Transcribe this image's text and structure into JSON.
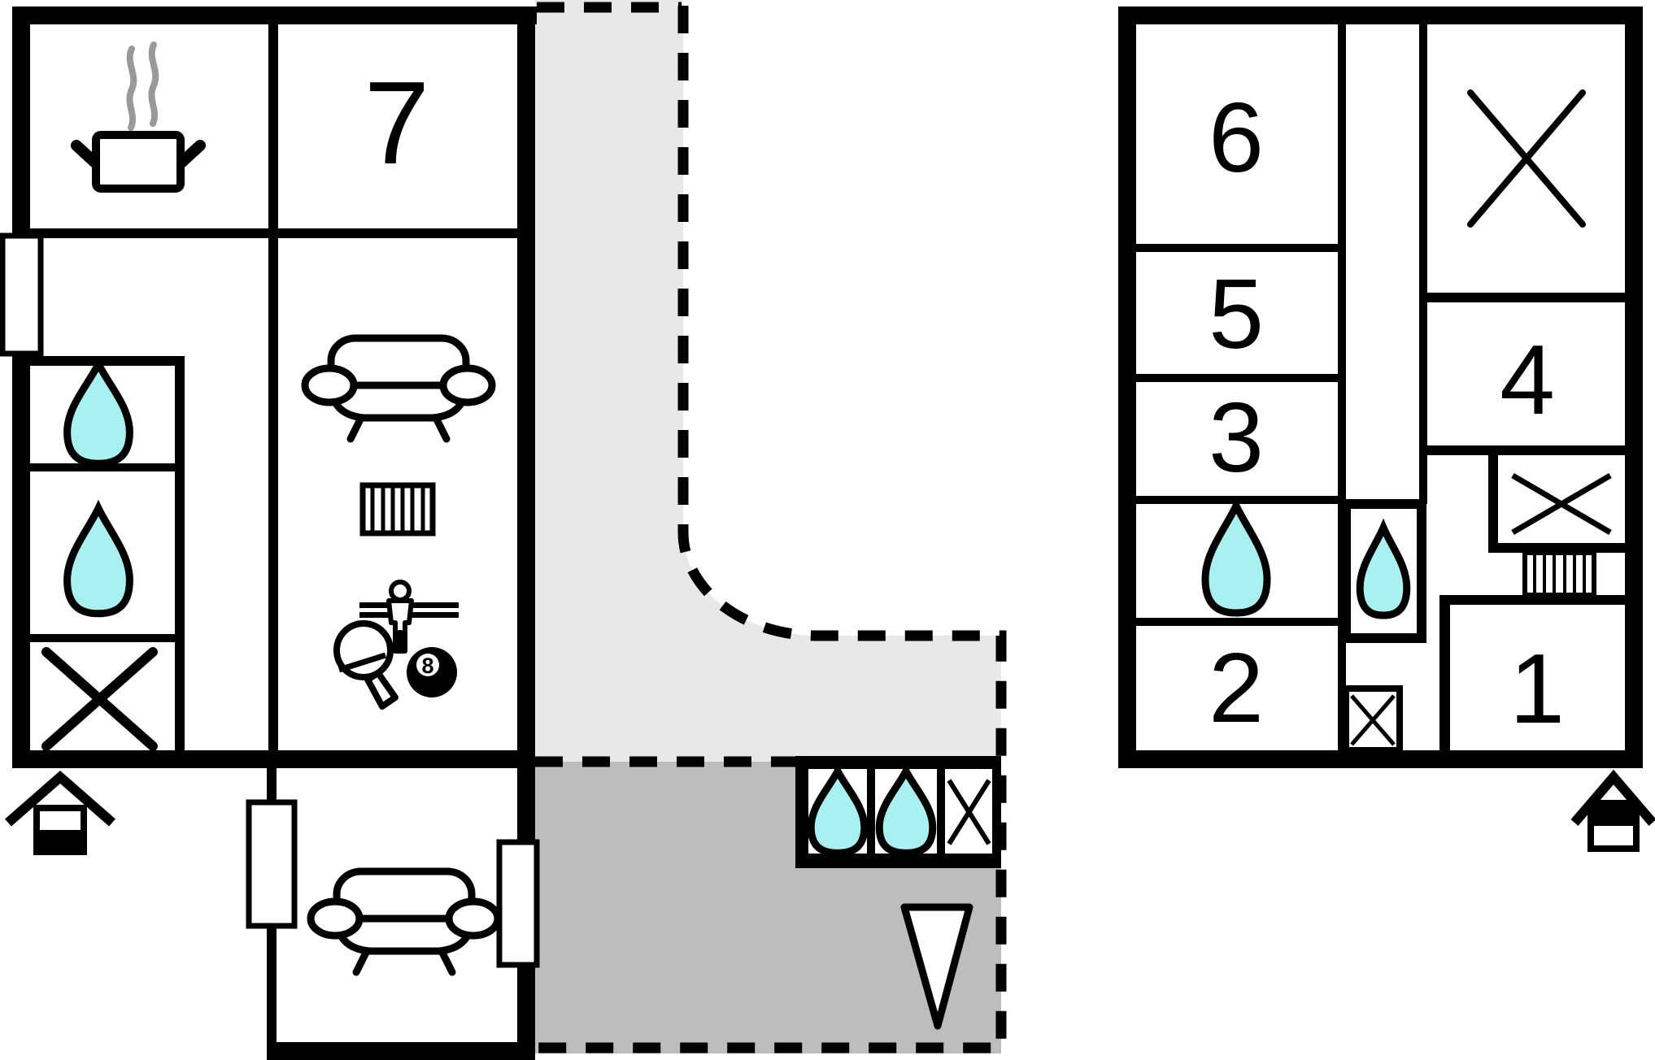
{
  "colors": {
    "background": "#ffffff",
    "wall": "#000000",
    "water": "#a9f1f1",
    "terrace_light": "#e8e8e8",
    "terrace_dark": "#bdbdbd",
    "steam": "#999999"
  },
  "ground_floor": {
    "living_room_label": "7",
    "pool_ball_label": "8"
  },
  "upper_floor": {
    "bedroom_labels": [
      "1",
      "2",
      "3",
      "4",
      "5",
      "6"
    ]
  },
  "icons": {
    "water_drop": "bathroom-water-drop",
    "x_mark": "crossed-square",
    "stairs": "stairs",
    "north_arrow": "direction-triangle",
    "entrance": "entrance-house",
    "cooking_pot": "kitchen-cooking-pot",
    "sofa": "sofa",
    "foosball": "foosball-player",
    "table_tennis": "table-tennis-paddle",
    "pool_ball": "pool-8-ball",
    "window": "window-opening"
  }
}
